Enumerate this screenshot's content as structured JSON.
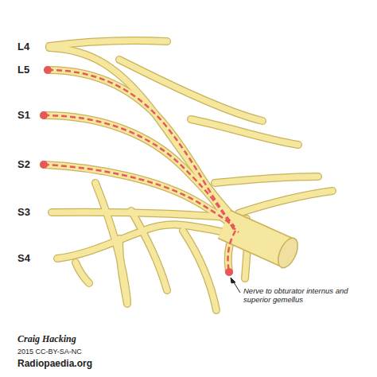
{
  "diagram": {
    "labels": [
      "L4",
      "L5",
      "S1",
      "S2",
      "S3",
      "S4",
      "Nerve to obturator internus and superior gemellus",
      "Craig Hacking",
      "2015 CC-BY-SA-NC",
      "Radiopaedia.org"
    ]
  }
}
